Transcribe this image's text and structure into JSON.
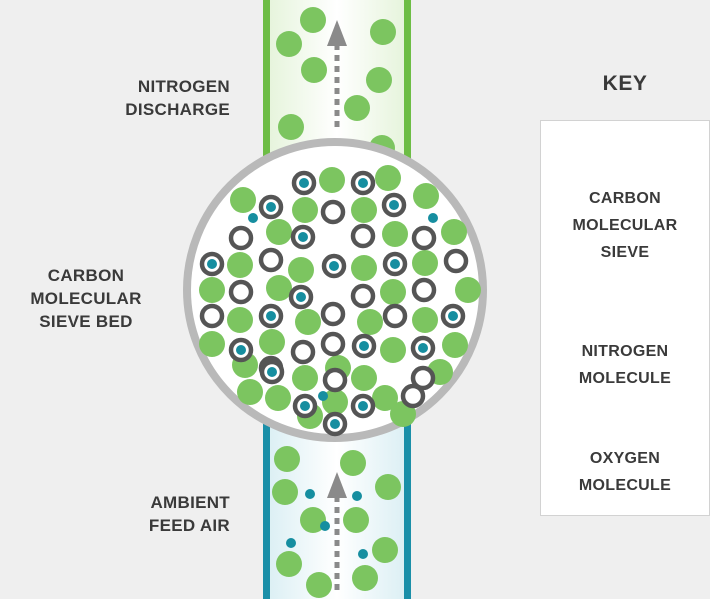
{
  "labels": {
    "nitrogen_discharge": [
      "NITROGEN",
      "DISCHARGE"
    ],
    "sieve_bed": [
      "CARBON",
      "MOLECULAR",
      "SIEVE BED"
    ],
    "feed_air": [
      "AMBIENT",
      "FEED AIR"
    ]
  },
  "key": {
    "title": "KEY",
    "items": [
      {
        "label": [
          "CARBON",
          "MOLECULAR",
          "SIEVE"
        ],
        "icon": "carbon-sieve-ring"
      },
      {
        "label": [
          "NITROGEN",
          "MOLECULE"
        ],
        "icon": "nitrogen-dot"
      },
      {
        "label": [
          "OXYGEN",
          "MOLECULE"
        ],
        "icon": "oxygen-dot"
      }
    ]
  },
  "colors": {
    "nitrogen": "#7cc560",
    "oxygen": "#168ea0",
    "sieve_ring": "#555555",
    "nitrogen_pipe_wall": "#6dbd45",
    "air_pipe_wall": "#1a8fa8",
    "text": "#3a3a3a",
    "vessel_border": "#b9b9b9"
  }
}
